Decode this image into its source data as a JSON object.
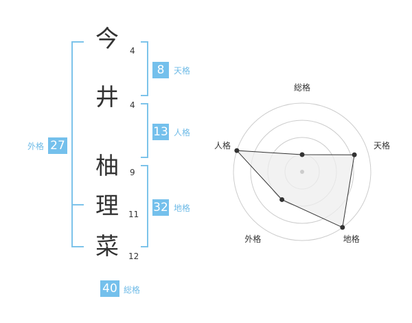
{
  "name_chars": [
    {
      "char": "今",
      "strokes": "4"
    },
    {
      "char": "井",
      "strokes": "4"
    },
    {
      "char": "柚",
      "strokes": "9"
    },
    {
      "char": "理",
      "strokes": "11"
    },
    {
      "char": "菜",
      "strokes": "12"
    }
  ],
  "kaku": {
    "tenkaku": {
      "label": "天格",
      "value": "8"
    },
    "jinkaku": {
      "label": "人格",
      "value": "13"
    },
    "chikaku": {
      "label": "地格",
      "value": "32"
    },
    "gaikaku": {
      "label": "外格",
      "value": "27"
    },
    "soukaku": {
      "label": "総格",
      "value": "40"
    }
  },
  "chart_data": {
    "type": "radar",
    "axes": [
      "総格",
      "天格",
      "地格",
      "外格",
      "人格"
    ],
    "values": [
      0.25,
      0.8,
      1.0,
      0.5,
      1.0
    ],
    "range": [
      0,
      1
    ],
    "rings": 4,
    "colors": {
      "fill": "#eeeeee",
      "stroke": "#333333",
      "grid": "#cccccc",
      "point": "#333333"
    }
  }
}
